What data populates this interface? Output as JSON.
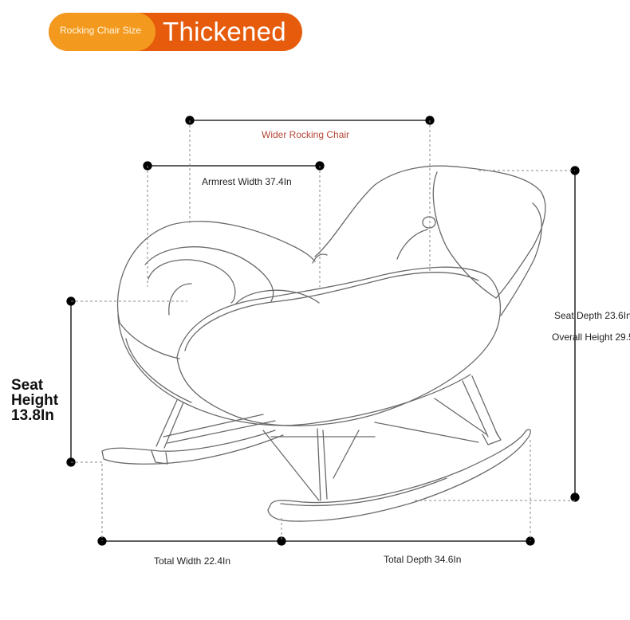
{
  "badge": {
    "small_text": "Rocking Chair Size",
    "large_text": "Thickened",
    "colors": {
      "left": "#f39a1e",
      "right": "#e65c0c"
    }
  },
  "dimensions": {
    "wider_label": "Wider Rocking Chair",
    "armrest_width": "Armrest Width 37.4In",
    "seat_depth": "Seat Depth 23.6In",
    "overall_height": "Overall Height 29.5",
    "seat_height_lines": [
      "Seat",
      "Height",
      "13.8In"
    ],
    "total_width": "Total Width 22.4In",
    "total_depth": "Total Depth 34.6In"
  },
  "colors": {
    "line": "#000000",
    "dashed": "#888888",
    "chair_outline": "#6a6a6a",
    "accent_label": "#b5473a"
  }
}
